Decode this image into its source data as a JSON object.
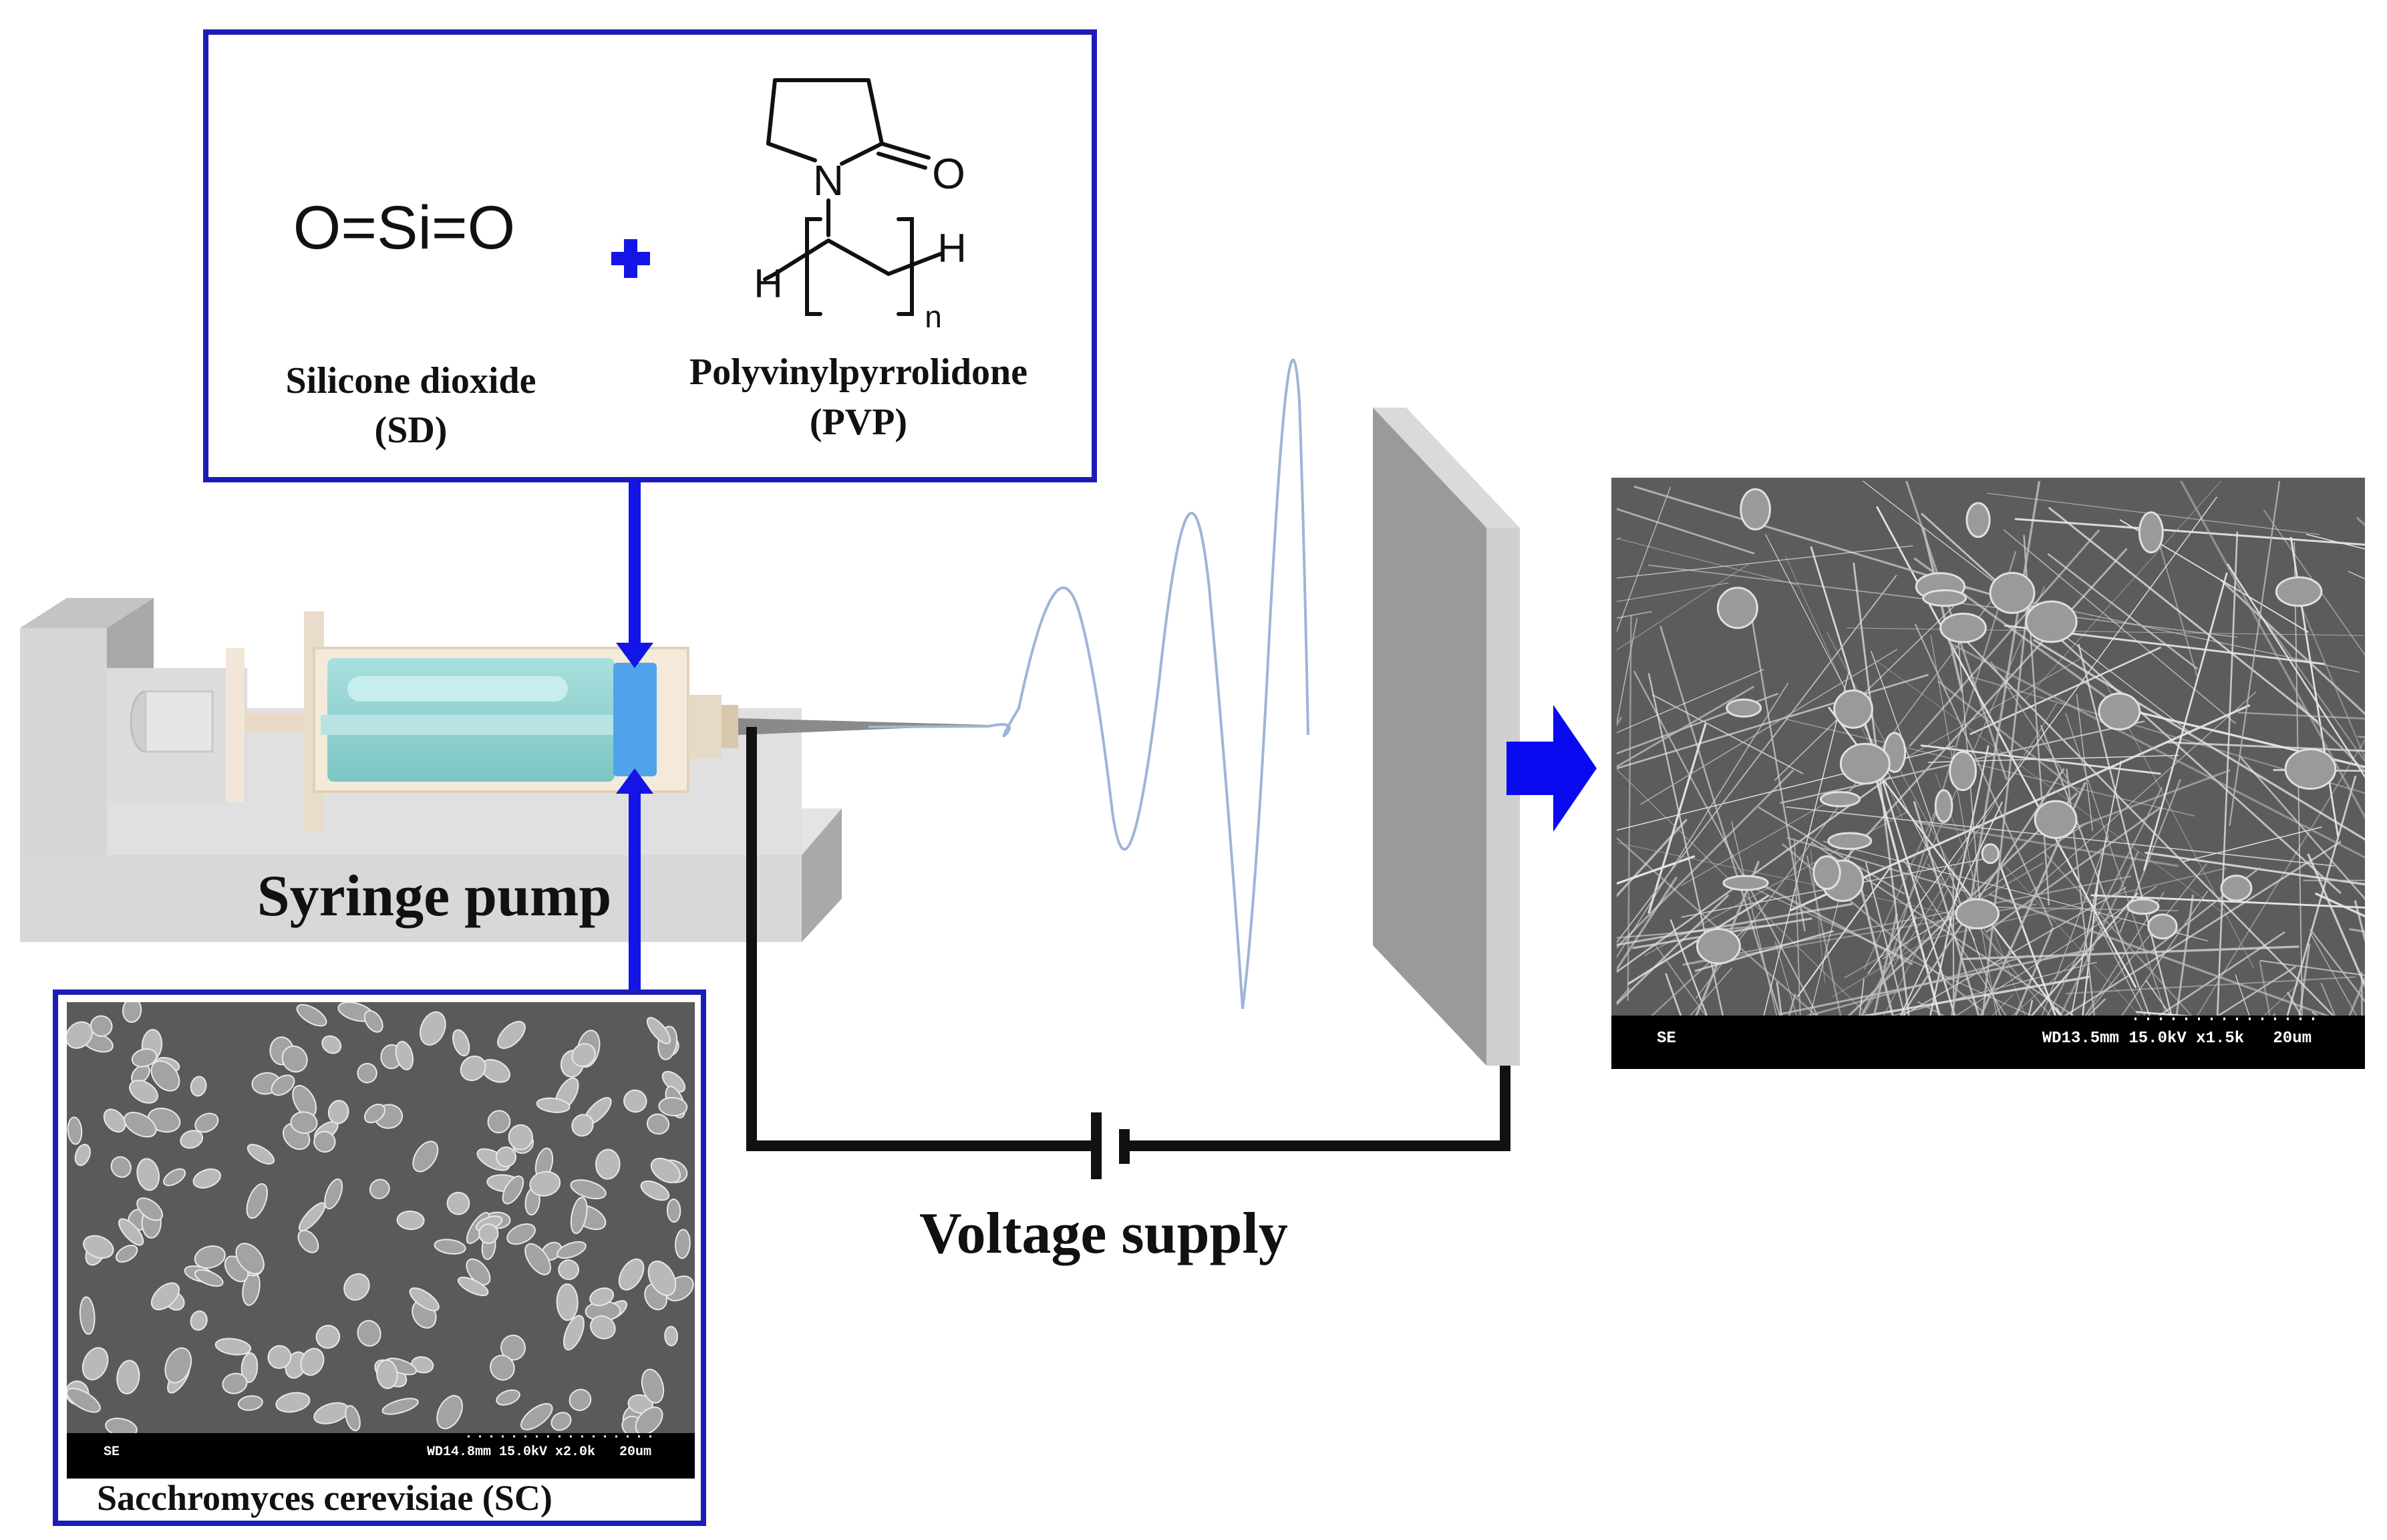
{
  "colors": {
    "accent_blue": "#1414e6",
    "arrow_blue": "#0a0af0",
    "wire": "#111111",
    "pump_gray": "#d9d9d9",
    "collector_gray": "#9a9a9a",
    "syringe_fluid": "#8fd3d1",
    "plunger_tip": "#4fa3ea",
    "jet_line": "#9fb4d8",
    "sem_background": "#5a5a5a"
  },
  "materials_box": {
    "sd_formula": "O=Si=O",
    "sd_name": "Silicone dioxide",
    "sd_abbr": "(SD)",
    "plus_icon": "plus-icon",
    "pvp_atom_n": "N",
    "pvp_atom_o": "O",
    "pvp_atom_h_left": "H",
    "pvp_atom_h_right": "H",
    "pvp_subscript": "n",
    "pvp_name": "Polyvinylpyrrolidone",
    "pvp_abbr": "(PVP)"
  },
  "pump": {
    "label": "Syringe pump"
  },
  "voltage": {
    "label": "Voltage supply",
    "icon": "battery-icon"
  },
  "collector": {
    "icon": "collector-plate-icon"
  },
  "sem_fibers": {
    "bar_left": "SE",
    "bar_right": "WD13.5mm 15.0kV x1.5k   20um"
  },
  "sem_yeast": {
    "bar_left": "SE",
    "bar_right": "WD14.8mm 15.0kV x2.0k   20um",
    "caption": "Sacchromyces cerevisiae (SC)"
  }
}
